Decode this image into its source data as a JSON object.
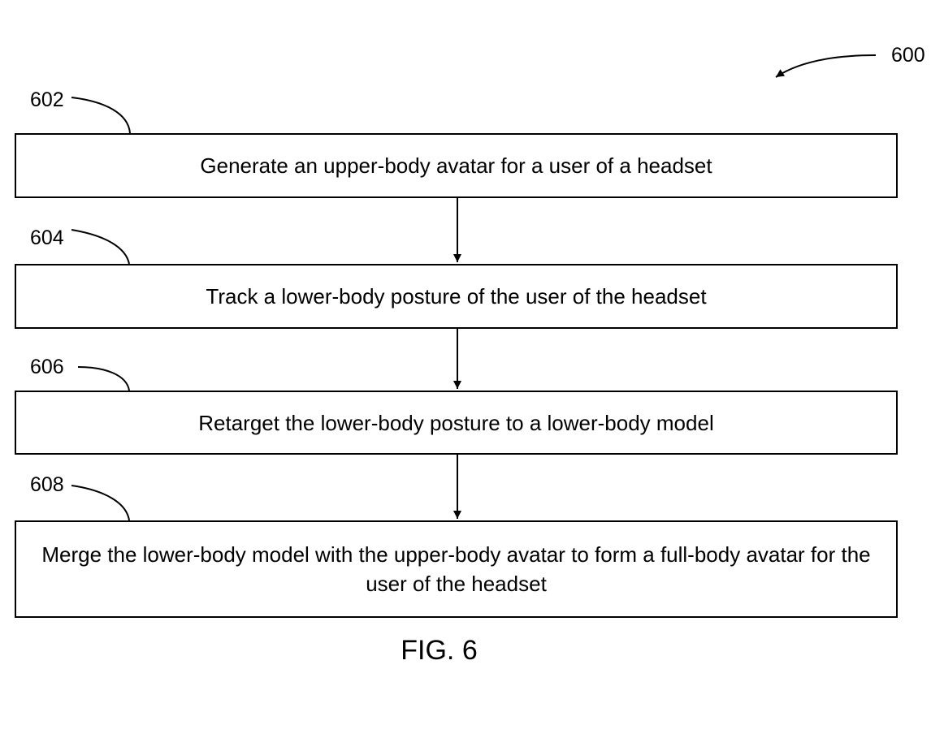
{
  "figure": {
    "number": "600",
    "caption": "FIG. 6"
  },
  "steps": [
    {
      "ref": "602",
      "text": "Generate an upper-body avatar for a user of a headset"
    },
    {
      "ref": "604",
      "text": "Track a lower-body posture of the user of the headset"
    },
    {
      "ref": "606",
      "text": "Retarget the lower-body posture to a lower-body model"
    },
    {
      "ref": "608",
      "text": "Merge the lower-body model with the upper-body avatar to form a full-body avatar for the user of the headset"
    }
  ]
}
